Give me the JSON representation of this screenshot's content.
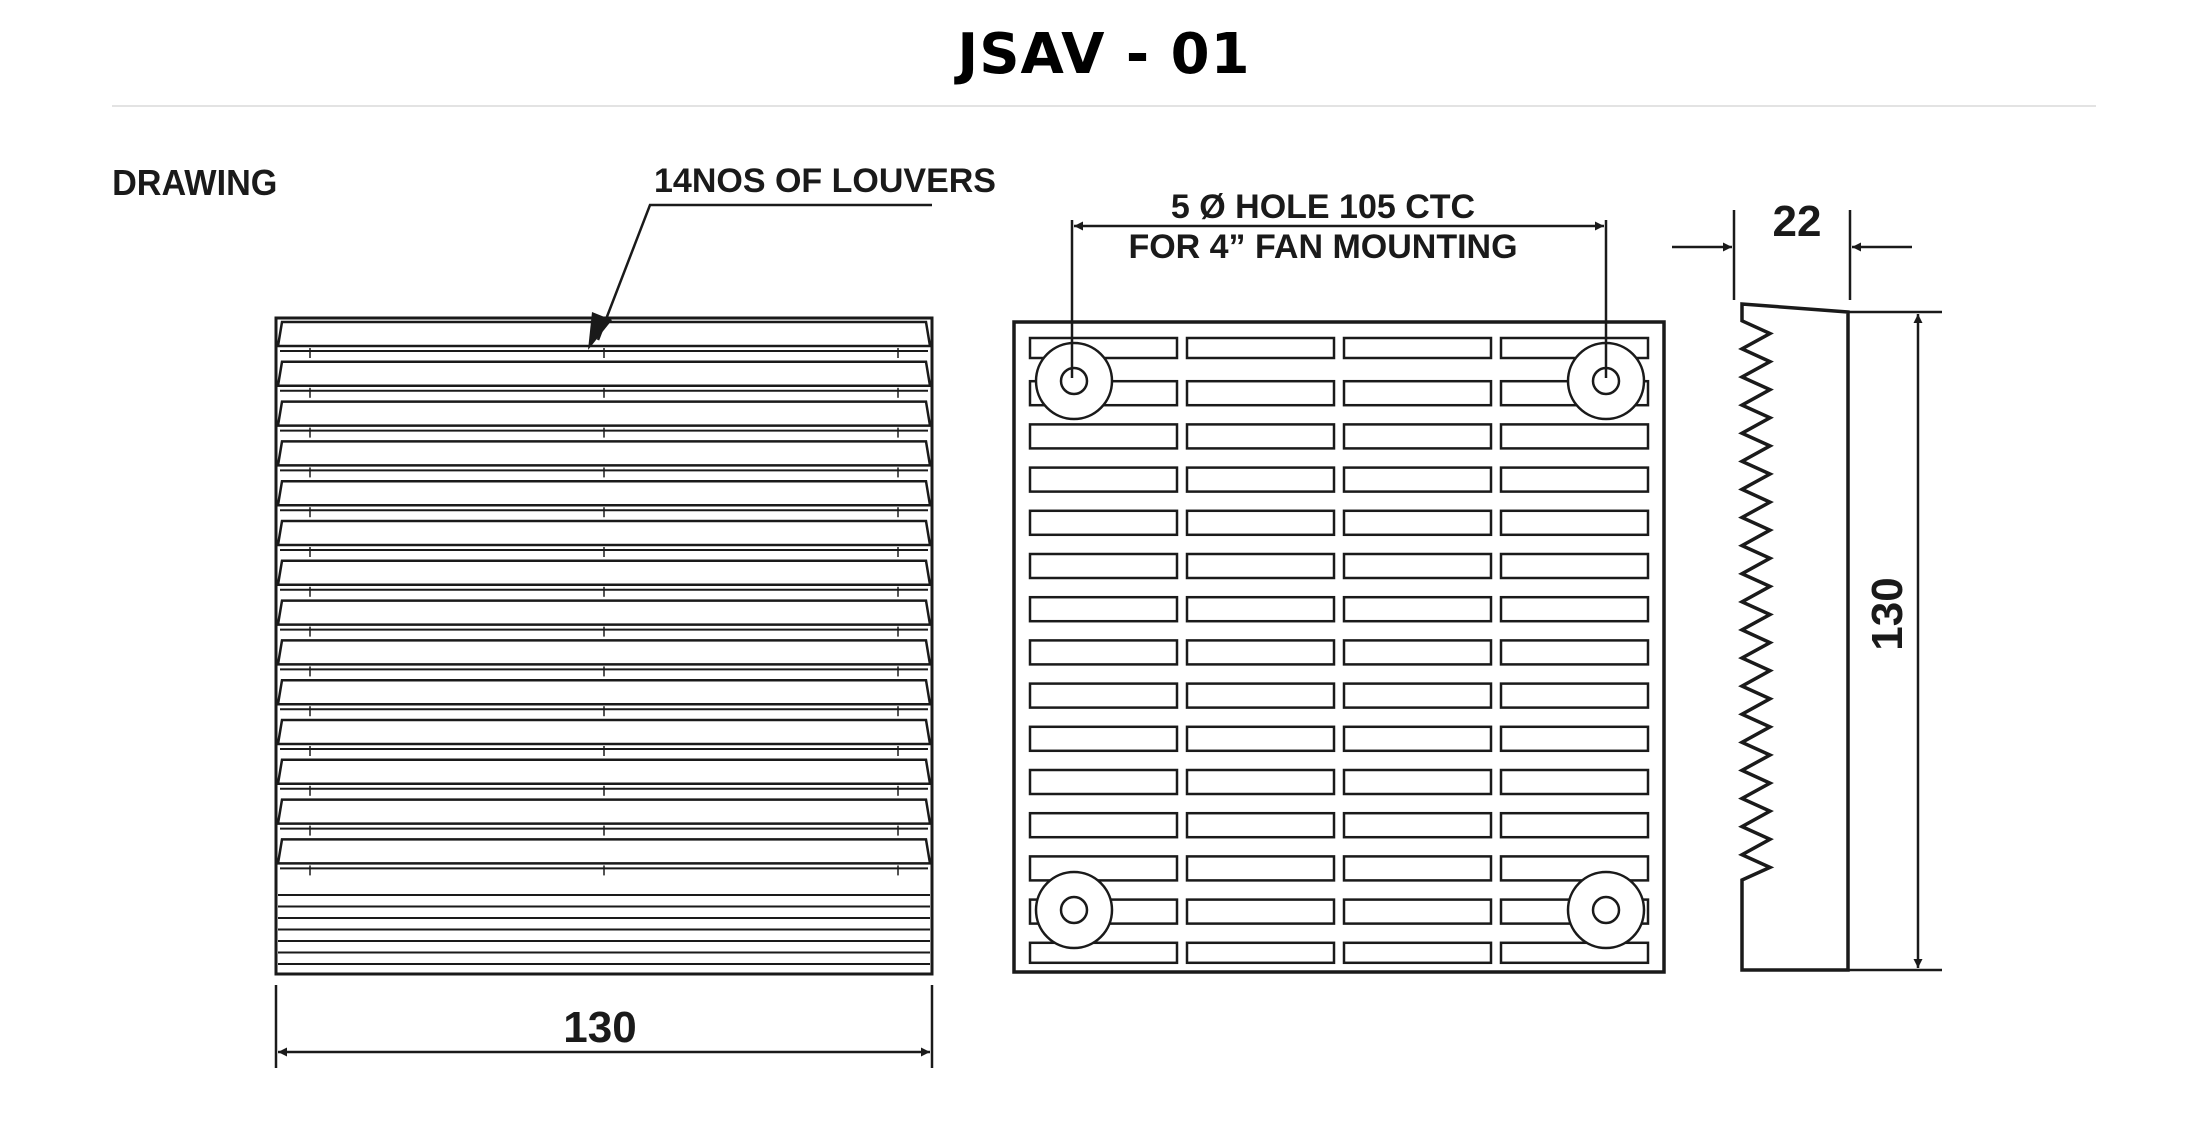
{
  "title": "JSAV - 01",
  "section_label": "DRAWING",
  "front_view": {
    "callout": "14NOS OF LOUVERS",
    "louver_count": 14,
    "width_dimension": "130"
  },
  "back_view": {
    "note_line1": "5 Ø HOLE 105 CTC",
    "note_line2": "FOR 4” FAN MOUNTING",
    "mounting_holes": 4
  },
  "side_view": {
    "depth_dimension": "22",
    "height_dimension": "130"
  },
  "colors": {
    "line": "#1a1a1a",
    "rule": "#e3e3e3",
    "background": "#ffffff"
  }
}
